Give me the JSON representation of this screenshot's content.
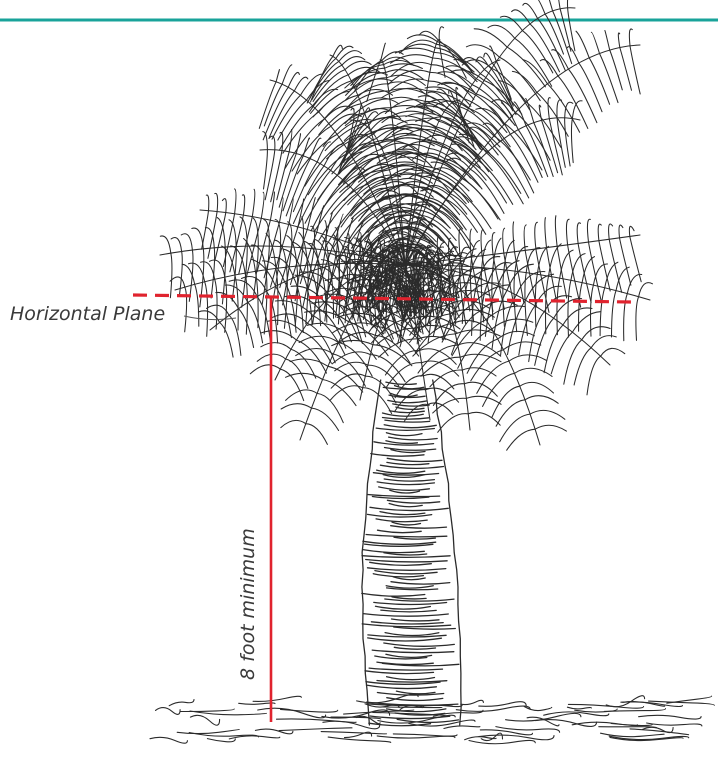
{
  "labels": {
    "horizontal_plane": "Horizontal Plane",
    "height_requirement": "8 foot minimum"
  },
  "colors": {
    "accent_rule": "#19a39a",
    "measure_line": "#e0232e",
    "ink": "#2b2b2b",
    "label_text": "#3a3a3a",
    "background": "#ffffff"
  },
  "icons": {
    "illustration": "palm-tree-sketch"
  }
}
